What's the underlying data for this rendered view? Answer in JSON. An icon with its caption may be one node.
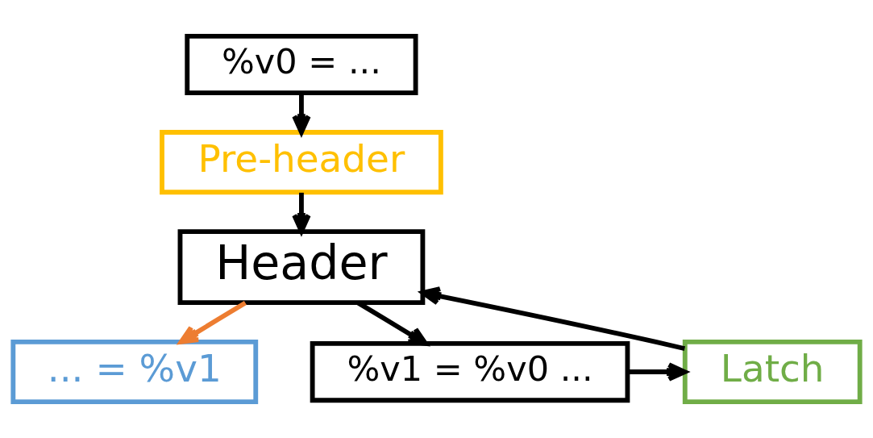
{
  "diagram": {
    "nodes": [
      {
        "text": [
          "%v0 = ..."
        ]
      },
      {
        "text": [
          "Pre-header"
        ]
      },
      {
        "text": [
          "Header"
        ]
      },
      {
        "text": [
          "... = %v1"
        ]
      },
      {
        "text": [
          "%v1 = %v0 ..."
        ]
      },
      {
        "text": [
          "Latch"
        ]
      }
    ],
    "edges": [
      {
        "from": 0,
        "to": 1,
        "arrow": "to"
      },
      {
        "from": 1,
        "to": 2,
        "arrow": "to"
      },
      {
        "from": 2,
        "to": 4,
        "arrow": "to"
      },
      {
        "from": 2,
        "to": 3,
        "arrow": "to",
        "color": "#ed7d31"
      },
      {
        "from": 4,
        "to": 5,
        "arrow": "to"
      },
      {
        "from": 5,
        "to": 2,
        "arrow": "to"
      }
    ]
  }
}
